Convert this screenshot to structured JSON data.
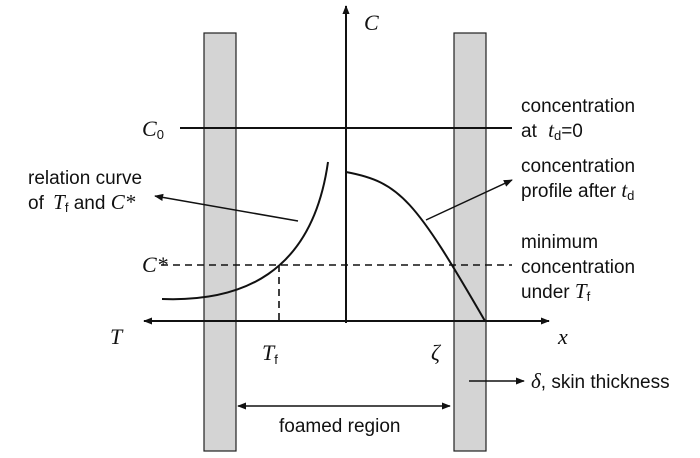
{
  "colors": {
    "wall_fill": "#d4d4d4",
    "ink": "#111111",
    "background": "#ffffff"
  },
  "axes": {
    "c_axis": "C",
    "t_axis": "T",
    "x_axis": "x"
  },
  "levels": {
    "c0_main": "C",
    "c0_sub": "0",
    "cstar": "C*"
  },
  "points": {
    "tf_main": "T",
    "tf_sub": "f",
    "zeta": "ζ"
  },
  "annotations": {
    "concentration_t0_line1": "concentration",
    "concentration_t0_line2_prefix": "at ",
    "concentration_t0_t": "t",
    "concentration_t0_sub": "d",
    "concentration_t0_suffix": "=0",
    "relation_line1": "relation curve",
    "relation_line2_prefix": "of ",
    "relation_T": "T",
    "relation_T_sub": "f",
    "relation_and": " and ",
    "relation_C": "C*",
    "profile_line1": "concentration",
    "profile_line2_prefix": "profile after ",
    "profile_t": "t",
    "profile_sub": "d",
    "minimum_line1": "minimum",
    "minimum_line2": "concentration",
    "minimum_line3_prefix": "under ",
    "minimum_T": "T",
    "minimum_sub": "f",
    "skin_delta": "δ",
    "skin_rest": ", skin thickness",
    "foamed_region": "foamed region"
  }
}
